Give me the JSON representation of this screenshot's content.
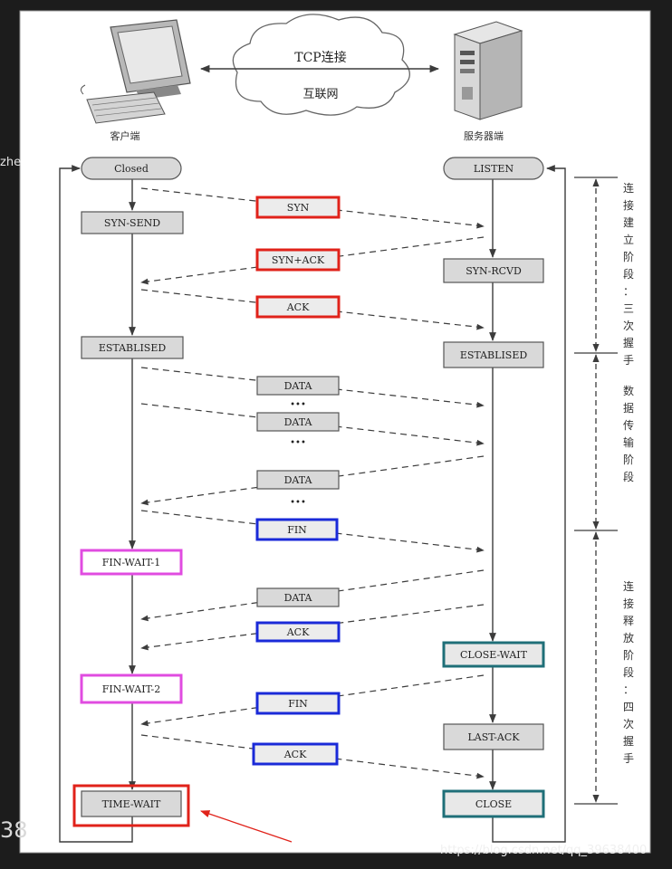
{
  "network": {
    "connection_label": "TCP连接",
    "internet_label": "互联网",
    "client_label": "客户端",
    "server_label": "服务器端"
  },
  "client_states": {
    "closed": "Closed",
    "syn_send": "SYN-SEND",
    "established": "ESTABLISED",
    "fin_wait_1": "FIN-WAIT-1",
    "fin_wait_2": "FIN-WAIT-2",
    "time_wait": "TIME-WAIT"
  },
  "server_states": {
    "listen": "LISTEN",
    "syn_rcvd": "SYN-RCVD",
    "established": "ESTABLISED",
    "close_wait": "CLOSE-WAIT",
    "last_ack": "LAST-ACK",
    "close": "CLOSE"
  },
  "messages": {
    "syn": "SYN",
    "syn_ack": "SYN+ACK",
    "ack_1": "ACK",
    "data_1": "DATA",
    "dots_1": "•••",
    "data_2": "DATA",
    "dots_2": "•••",
    "data_3": "DATA",
    "dots_3": "•••",
    "fin_1": "FIN",
    "data_4": "DATA",
    "ack_2": "ACK",
    "fin_2": "FIN",
    "ack_3": "ACK"
  },
  "phases": {
    "establish": "连接建立阶段：三次握手",
    "transfer": "数据传输阶段",
    "release": "连接释放阶段：四次握手"
  },
  "overlay": {
    "side_label": "zhe",
    "page_number": "38",
    "watermark": "https://blog.csdn.net/qq_39638400"
  },
  "colors": {
    "red": "#e0221a",
    "magenta": "#e04ce0",
    "blue": "#1a2ad8",
    "teal": "#1f6f78",
    "box_fill": "#d9d9d9",
    "line": "#3c3c3c"
  }
}
